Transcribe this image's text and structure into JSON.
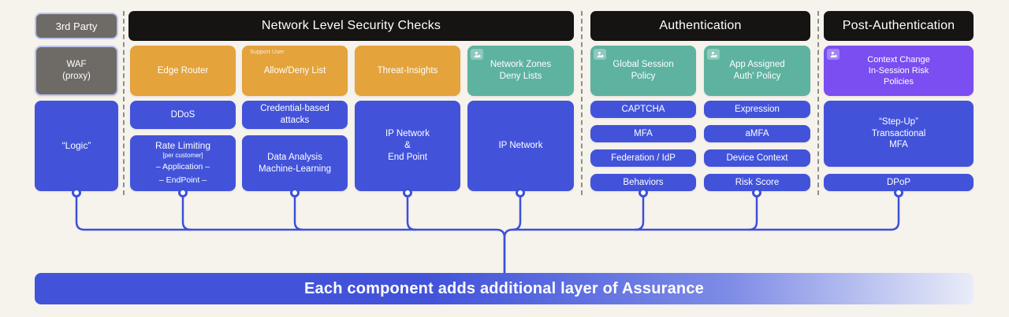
{
  "palette": {
    "background": "#f6f2ec",
    "black_header": "#151413",
    "gray_box": "#6e6b66",
    "gray_box_border": "#bcc4ee",
    "orange_box": "#e4a33b",
    "teal_box": "#5eb2a0",
    "purple_box": "#7a4ef0",
    "blue_box": "#4253da",
    "connector_blue": "#3c50d8",
    "divider_dash": "#8f8f89",
    "banner_gradient_start": "#4253da",
    "banner_gradient_end": "#e9ecf8"
  },
  "headers": {
    "third_party": "3rd Party",
    "network": "Network Level Security Checks",
    "authentication": "Authentication",
    "post_authentication": "Post-Authentication"
  },
  "boxes": {
    "waf": "WAF\n(proxy)",
    "edge_router": "Edge Router",
    "allow_deny": {
      "tag": "Support User",
      "label": "Allow/Deny List"
    },
    "threat_insights": "Threat-Insights",
    "network_zones": "Network Zones\nDeny Lists",
    "global_session": "Global Session\nPolicy",
    "app_assigned": "App Assigned\nAuth' Policy",
    "context_change": "Context Change\nIn-Session Risk\nPolicies",
    "logic": "“Logic”",
    "ddos": "DDoS",
    "rate_limiting": {
      "title": "Rate Limiting",
      "sub": "[per customer]",
      "line2": "– Application –",
      "line3": "– EndPoint –"
    },
    "credential": "Credential-based\nattacks",
    "data_analysis": "Data Analysis\nMachine-Learning",
    "ip_endpoint": "IP Network\n&\nEnd Point",
    "ip_network": "IP Network",
    "captcha": "CAPTCHA",
    "mfa": "MFA",
    "federation": "Federation / IdP",
    "behaviors": "Behaviors",
    "expression": "Expression",
    "amfa": "aMFA",
    "device_context": "Device Context",
    "risk_score": "Risk Score",
    "step_up": "“Step-Up”\nTransactional\nMFA",
    "dpop": "DPoP"
  },
  "icons": {
    "user_gear": "user-gear-icon (person silhouette with small gear dot, on translucent chip)"
  },
  "banner": {
    "label": "Each component adds additional layer of Assurance"
  }
}
